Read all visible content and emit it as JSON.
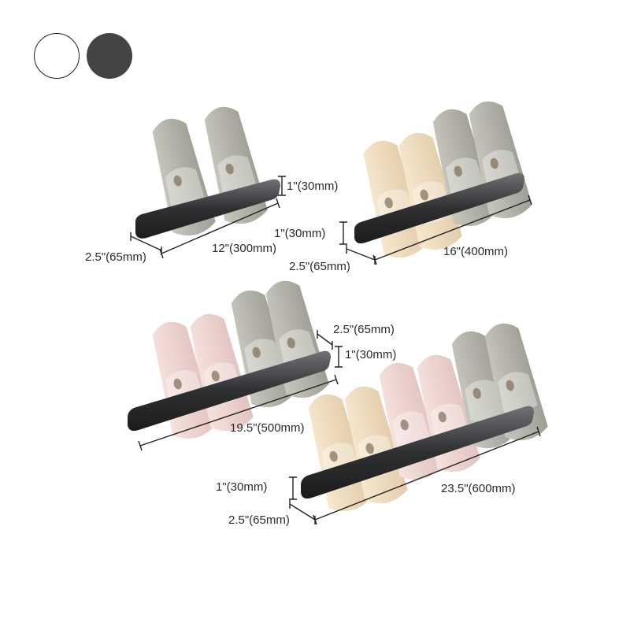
{
  "colors": {
    "swatches": [
      "#ffffff",
      "#444444"
    ],
    "rack": "#2e2f31",
    "rack_highlight": "#6f7175",
    "slipper_gray": "#b9b8ad",
    "slipper_cream": "#f2dfc2",
    "slipper_pink": "#f0d6d2"
  },
  "options": {
    "swatch_white_name": "white-swatch",
    "swatch_dark_name": "black-swatch"
  },
  "rack_12": {
    "height": "1\"(30mm)",
    "depth": "2.5\"(65mm)",
    "length": "12\"(300mm)"
  },
  "rack_16": {
    "height": "1\"(30mm)",
    "depth": "2.5\"(65mm)",
    "length": "16\"(400mm)"
  },
  "rack_19": {
    "height": "1\"(30mm)",
    "depth": "2.5\"(65mm)",
    "length": "19.5\"(500mm)"
  },
  "rack_23": {
    "height": "1\"(30mm)",
    "depth": "2.5\"(65mm)",
    "length": "23.5\"(600mm)"
  }
}
